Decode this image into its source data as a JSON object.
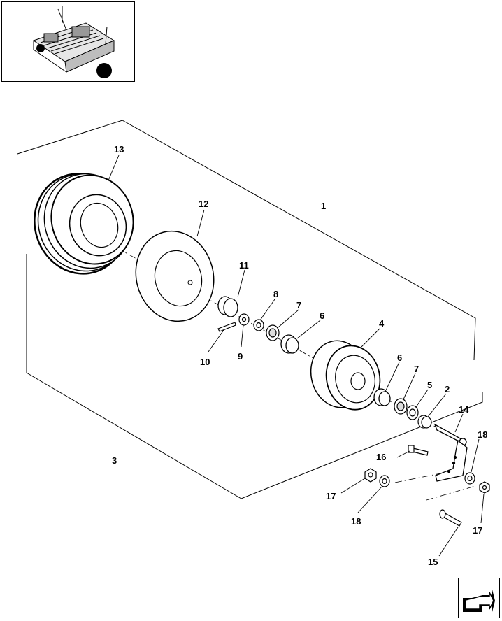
{
  "callouts": {
    "c1": "1",
    "c2": "2",
    "c3": "3",
    "c4": "4",
    "c5": "5",
    "c6a": "6",
    "c6b": "6",
    "c7a": "7",
    "c7b": "7",
    "c8": "8",
    "c9": "9",
    "c10": "10",
    "c11": "11",
    "c12": "12",
    "c13": "13",
    "c14": "14",
    "c15": "15",
    "c16": "16",
    "c17a": "17",
    "c17b": "17",
    "c18a": "18",
    "c18b": "18"
  },
  "icons": {
    "thumbnail": "machine-location-thumbnail",
    "next": "next-page-arrow-icon"
  }
}
